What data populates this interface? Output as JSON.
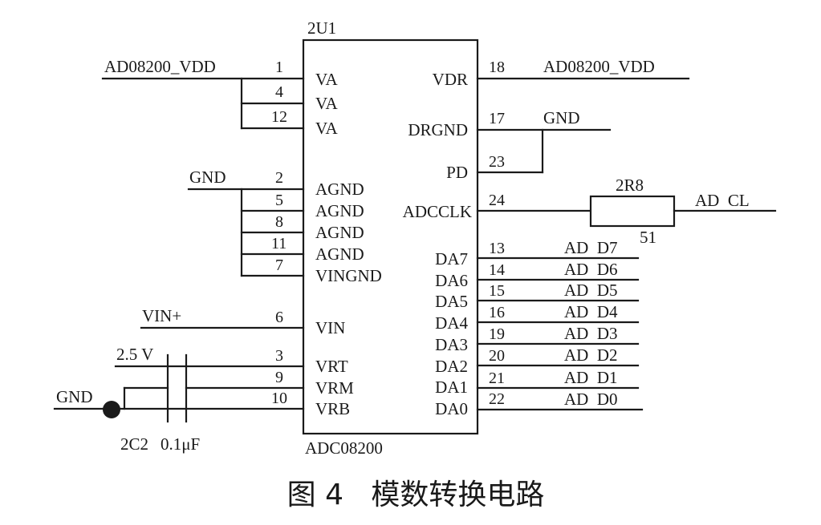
{
  "chip": {
    "ref": "2U1",
    "part": "ADC08200",
    "left_pins": [
      {
        "num": "1",
        "name": "VA"
      },
      {
        "num": "4",
        "name": "VA"
      },
      {
        "num": "12",
        "name": "VA"
      },
      {
        "num": "2",
        "name": "AGND"
      },
      {
        "num": "5",
        "name": "AGND"
      },
      {
        "num": "8",
        "name": "AGND"
      },
      {
        "num": "11",
        "name": "AGND"
      },
      {
        "num": "7",
        "name": "VINGND"
      },
      {
        "num": "6",
        "name": "VIN"
      },
      {
        "num": "3",
        "name": "VRT"
      },
      {
        "num": "9",
        "name": "VRM"
      },
      {
        "num": "10",
        "name": "VRB"
      }
    ],
    "right_pins": [
      {
        "num": "18",
        "name": "VDR"
      },
      {
        "num": "17",
        "name": "DRGND"
      },
      {
        "num": "23",
        "name": "PD"
      },
      {
        "num": "24",
        "name": "ADCCLK"
      },
      {
        "num": "13",
        "name": "DA7"
      },
      {
        "num": "14",
        "name": "DA6"
      },
      {
        "num": "15",
        "name": "DA5"
      },
      {
        "num": "16",
        "name": "DA4"
      },
      {
        "num": "19",
        "name": "DA3"
      },
      {
        "num": "20",
        "name": "DA2"
      },
      {
        "num": "21",
        "name": "DA1"
      },
      {
        "num": "22",
        "name": "DA0"
      }
    ]
  },
  "nets": {
    "va_supply": "AD08200_VDD",
    "vdr_supply": "AD08200_VDD",
    "agnd": "GND",
    "drgnd": "GND",
    "vin": "VIN+",
    "vrt": "2.5 V",
    "vrb": "GND",
    "clock": "AD  CL",
    "data": [
      "AD  D7",
      "AD  D6",
      "AD  D5",
      "AD  D4",
      "AD  D3",
      "AD  D2",
      "AD  D1",
      "AD  D0"
    ]
  },
  "resistor": {
    "ref": "2R8",
    "value": "51"
  },
  "capacitor": {
    "ref": "2C2",
    "value": "0.1μF"
  },
  "caption": "图 4   模数转换电路"
}
